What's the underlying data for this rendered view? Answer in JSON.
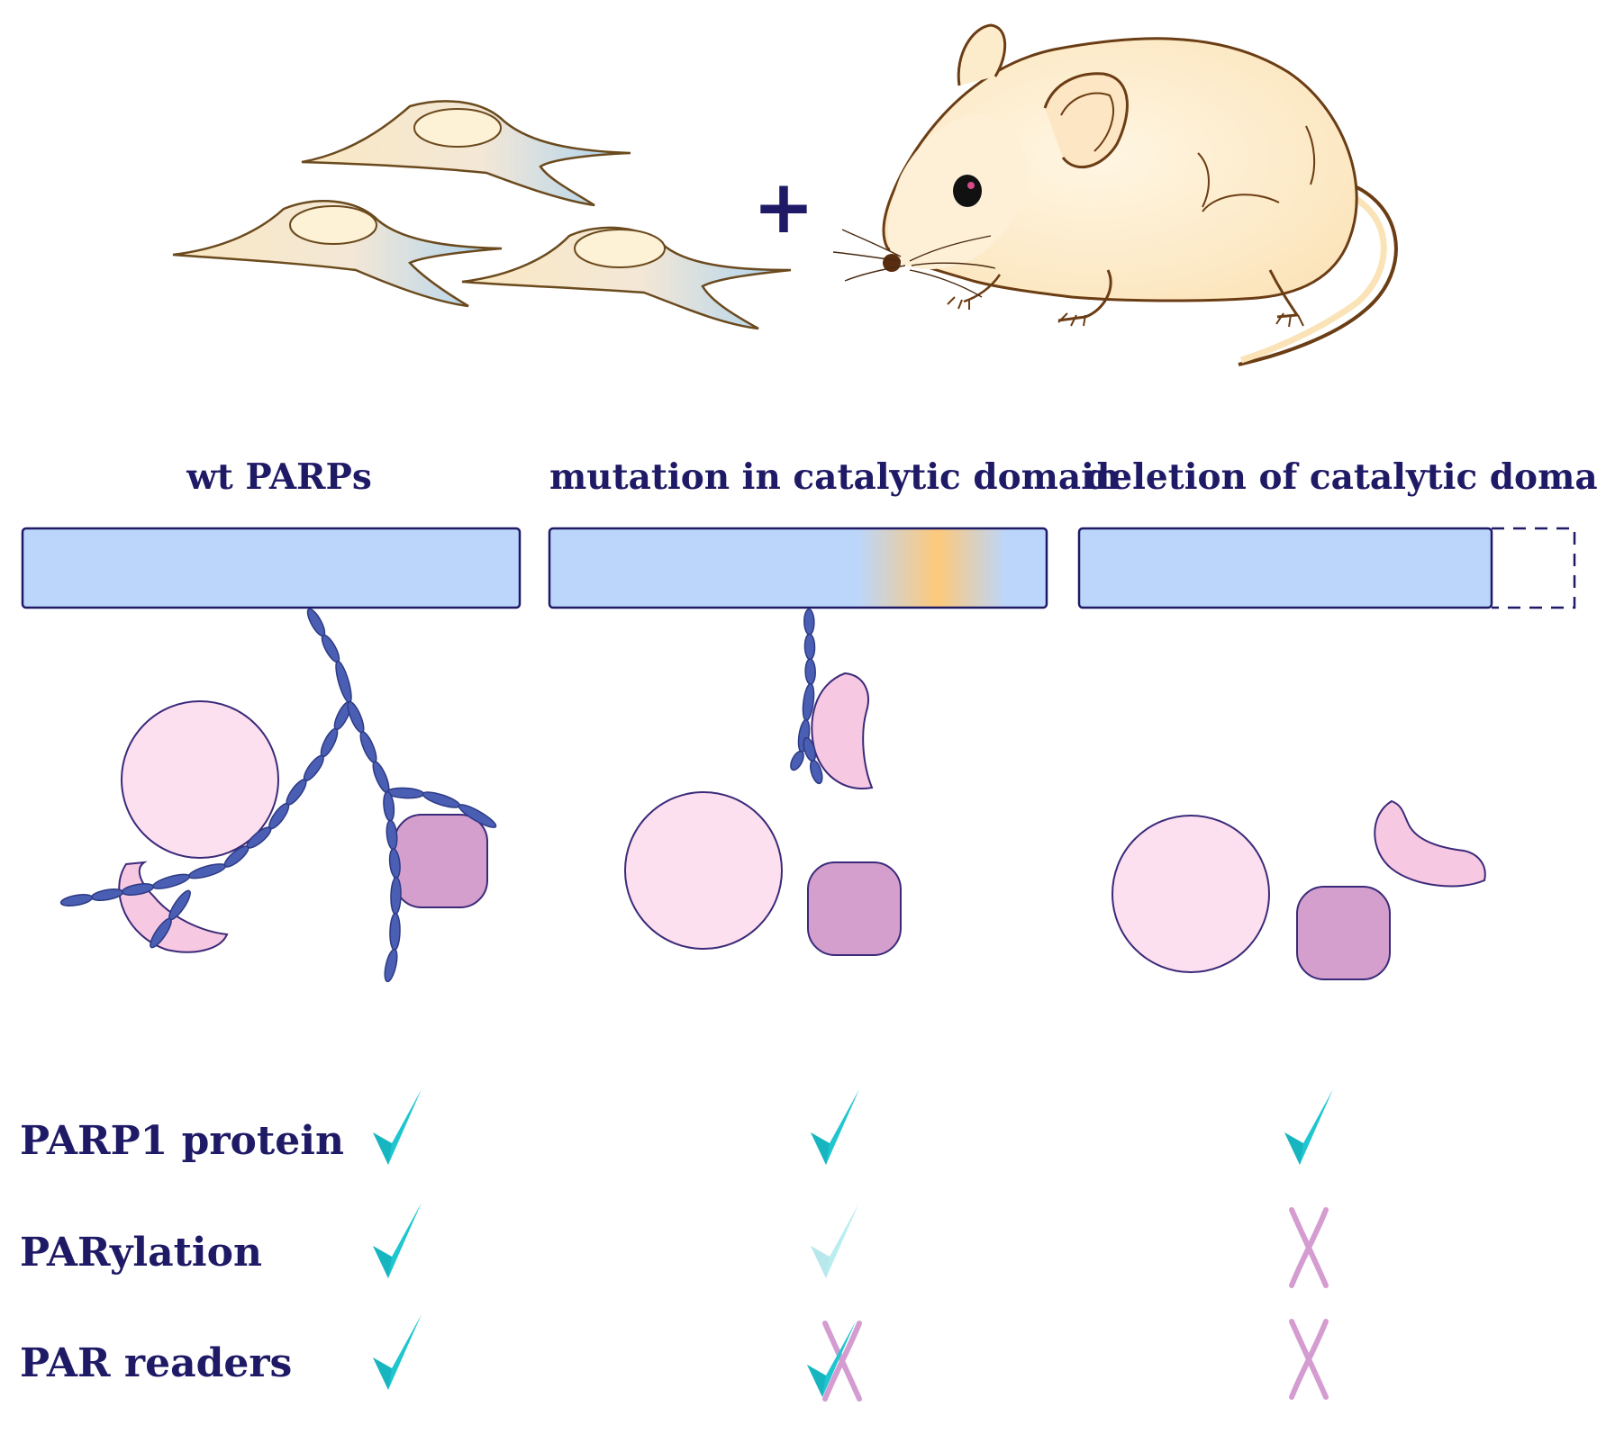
{
  "columns": [
    {
      "title": "wt PARPs"
    },
    {
      "title": "mutation in catalytic domain"
    },
    {
      "title": "deletion of catalytic domain"
    }
  ],
  "rows": [
    {
      "label": "PARP1 protein",
      "status": [
        "check",
        "check",
        "check"
      ]
    },
    {
      "label": "PARylation",
      "status": [
        "check",
        "check-faded",
        "cross"
      ]
    },
    {
      "label": "PAR readers",
      "status": [
        "check",
        "check-and-cross",
        "cross"
      ]
    }
  ],
  "symbols": {
    "plus": "+"
  },
  "colors": {
    "text": "#1f1a66",
    "check": "#1fc6cf",
    "check_faded": "#bfe9ee",
    "cross": "#d49cd0",
    "domain_bar": "#bcd6fb",
    "domain_border": "#1f1a66",
    "mutation_highlight": "#fdc97a",
    "par_chain": "#4a5fb3",
    "circle_fill": "#fde0ef",
    "round_square_fill": "#d49fcd",
    "crescent_fill": "#f7c8e2",
    "cell_body": "#fbe9c3",
    "cell_edge": "#6b4a1e",
    "mouse_body": "#fdeccc",
    "mouse_outline": "#6b3d14"
  },
  "icons": [
    "cell-icon",
    "mouse-icon",
    "check-icon",
    "cross-icon"
  ]
}
